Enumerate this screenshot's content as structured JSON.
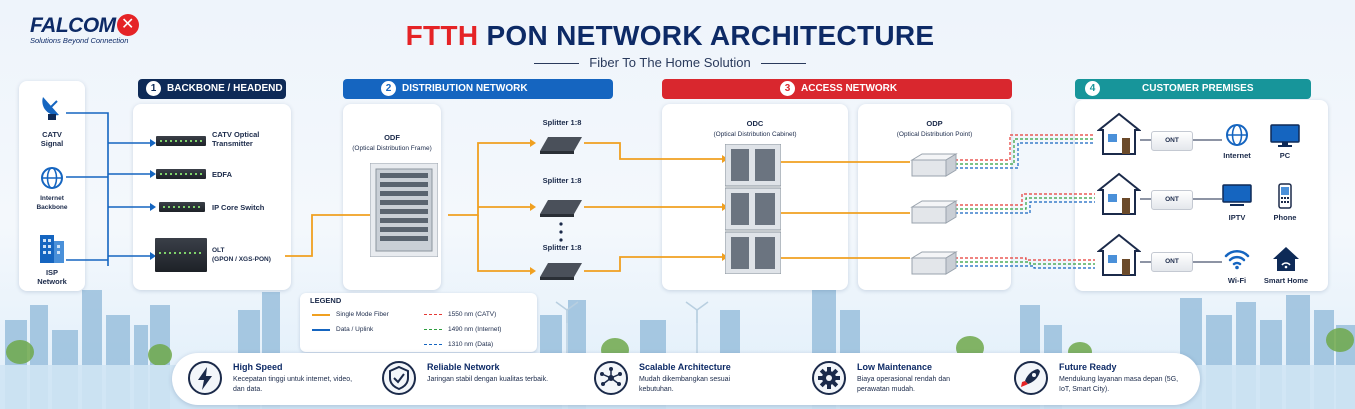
{
  "brand": {
    "name": "FALCOM",
    "tagline": "Solutions Beyond Connection"
  },
  "header": {
    "title_accent": "FTTH",
    "title_rest": "PON NETWORK ARCHITECTURE",
    "subtitle": "Fiber To The Home Solution"
  },
  "sections": [
    {
      "num": "1",
      "title": "BACKBONE / HEADEND",
      "color": "#0e2a57"
    },
    {
      "num": "2",
      "title": "DISTRIBUTION NETWORK",
      "color": "#1565c0"
    },
    {
      "num": "3",
      "title": "ACCESS NETWORK",
      "color": "#d9272e"
    },
    {
      "num": "4",
      "title": "CUSTOMER PREMISES",
      "color": "#17959a"
    }
  ],
  "sources": [
    {
      "label": "CATV\nSignal",
      "icon": "satellite-dish-icon"
    },
    {
      "label": "Internet\nBackbone",
      "icon": "globe-icon"
    },
    {
      "label": "ISP\nNetwork",
      "icon": "building-icon"
    }
  ],
  "headend": [
    {
      "label": "CATV Optical\nTransmitter"
    },
    {
      "label": "EDFA"
    },
    {
      "label": "IP Core Switch"
    },
    {
      "label": "OLT\n(GPON / XGS-PON)"
    }
  ],
  "distribution": {
    "odf_title": "ODF",
    "odf_subtitle": "(Optical Distribution Frame)",
    "splitters": [
      "Splitter 1:8",
      "Splitter 1:8",
      "Splitter 1:8"
    ]
  },
  "access": {
    "odc_title": "ODC",
    "odc_subtitle": "(Optical Distribution Cabinet)",
    "odp_title": "ODP",
    "odp_subtitle": "(Optical Distribution Point)"
  },
  "premises": {
    "ont_label": "ONT",
    "rows": [
      {
        "devices": [
          "Internet",
          "PC"
        ]
      },
      {
        "devices": [
          "IPTV",
          "Phone"
        ]
      },
      {
        "devices": [
          "Wi-Fi",
          "Smart Home"
        ]
      }
    ]
  },
  "legend": {
    "title": "LEGEND",
    "items": [
      {
        "label": "Single Mode Fiber",
        "color": "#f0a020",
        "style": "solid"
      },
      {
        "label": "Data / Uplink",
        "color": "#1565c0",
        "style": "solid"
      },
      {
        "label": "1550 nm (CATV)",
        "color": "#e53935",
        "style": "dashed"
      },
      {
        "label": "1490 nm (Internet)",
        "color": "#2e9e3e",
        "style": "dashed"
      },
      {
        "label": "1310 nm (Data)",
        "color": "#1565c0",
        "style": "dashed"
      }
    ]
  },
  "features": [
    {
      "title": "High Speed",
      "desc": "Kecepatan tinggi untuk internet, video, dan data.",
      "icon": "lightning-icon"
    },
    {
      "title": "Reliable Network",
      "desc": "Jaringan stabil dengan kualitas terbaik.",
      "icon": "shield-check-icon"
    },
    {
      "title": "Scalable Architecture",
      "desc": "Mudah dikembangkan sesuai kebutuhan.",
      "icon": "network-nodes-icon"
    },
    {
      "title": "Low Maintenance",
      "desc": "Biaya operasional rendah dan perawatan mudah.",
      "icon": "gear-icon"
    },
    {
      "title": "Future Ready",
      "desc": "Mendukung layanan masa depan (5G, IoT, Smart City).",
      "icon": "rocket-icon"
    }
  ]
}
